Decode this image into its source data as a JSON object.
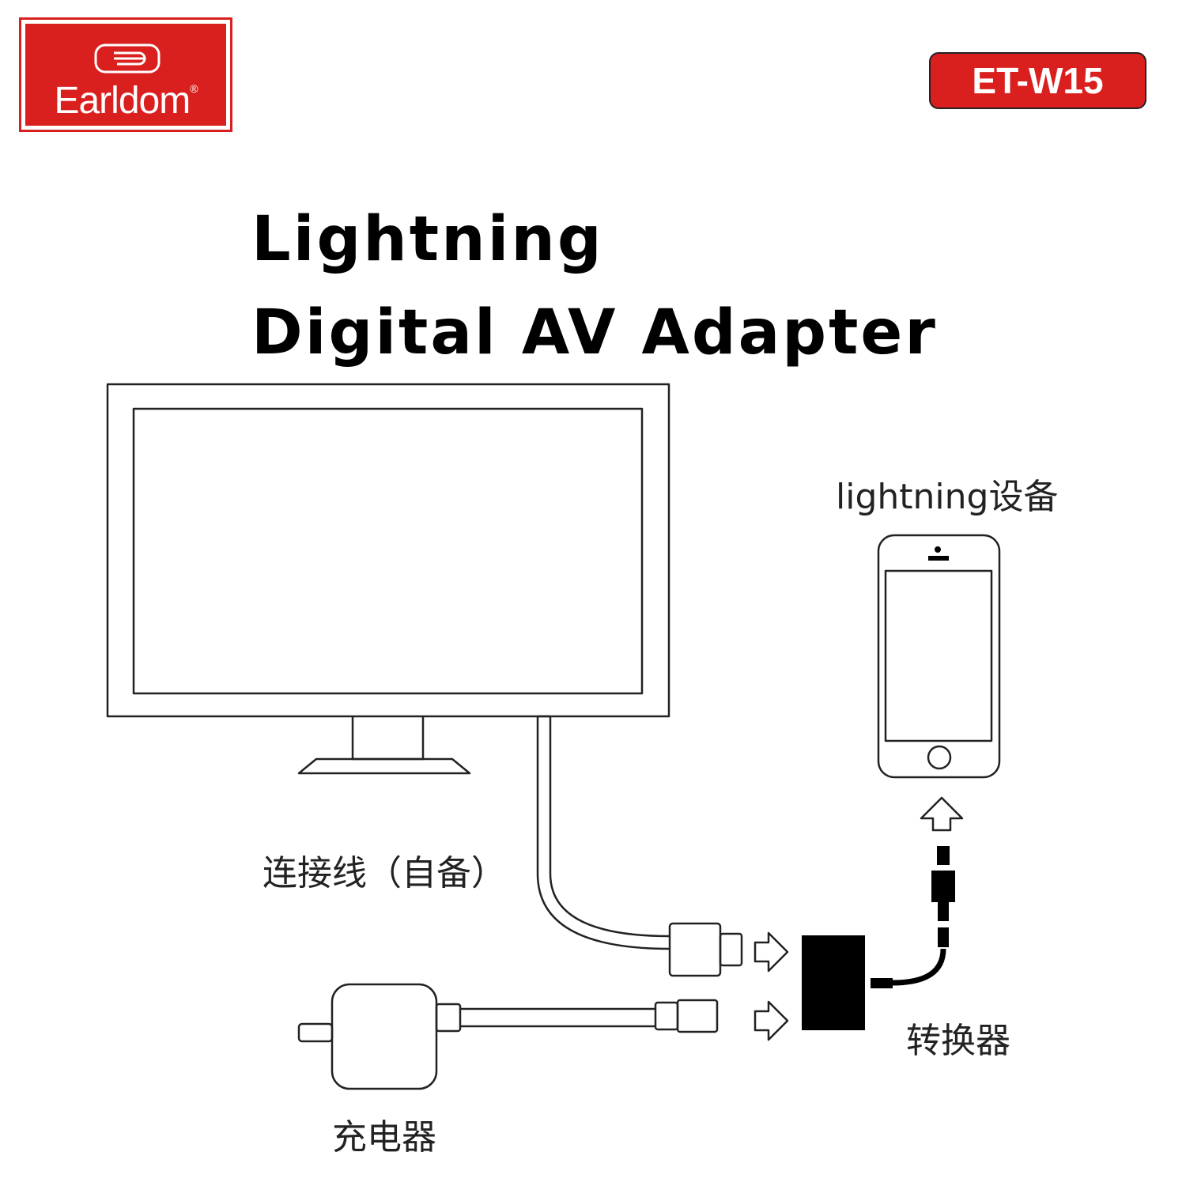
{
  "brand": {
    "name": "Earldom",
    "registered": "®"
  },
  "model": "ET-W15",
  "title": {
    "line1": "Lightning",
    "line2": "Digital AV Adapter"
  },
  "labels": {
    "device": "lightning设备",
    "cable": "连接线（自备）",
    "adapter": "转换器",
    "charger": "充电器"
  },
  "colors": {
    "brand_red": "#d9201f",
    "line": "#222222"
  }
}
